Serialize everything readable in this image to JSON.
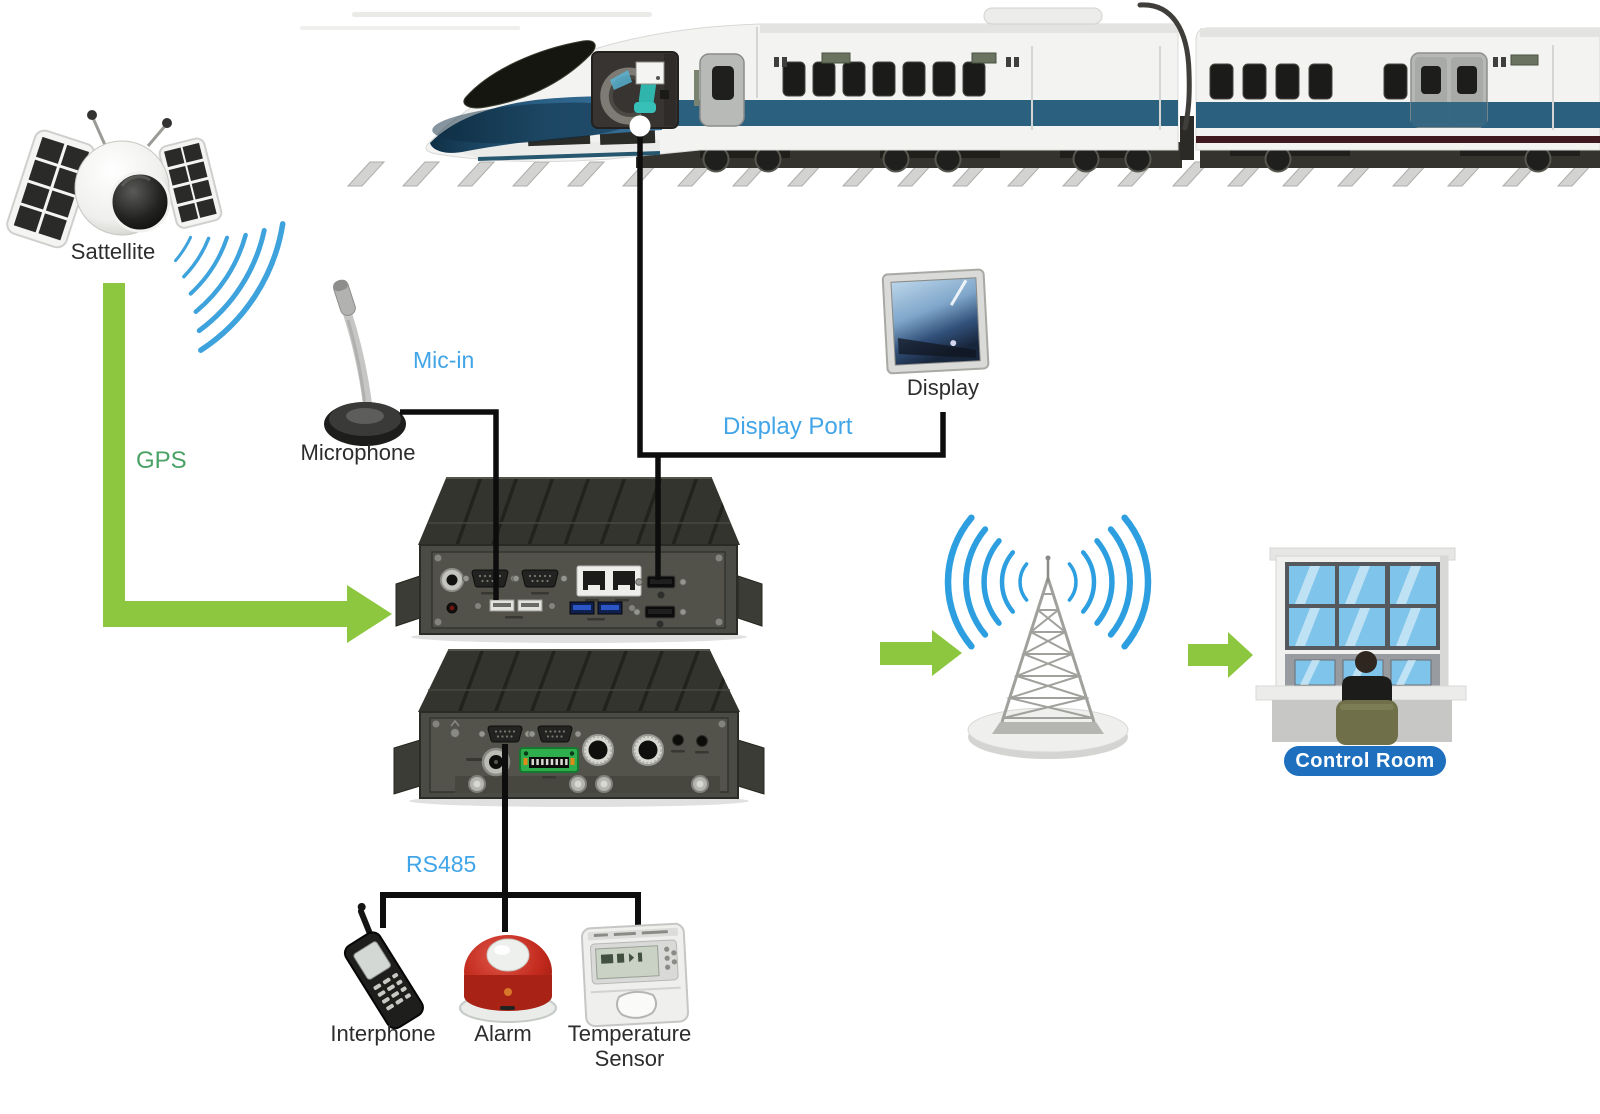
{
  "labels": {
    "satellite": "Sattellite",
    "microphone": "Microphone",
    "display": "Display",
    "interphone": "Interphone",
    "alarm": "Alarm",
    "temperature_line1": "Temperature",
    "temperature_line2": "Sensor",
    "control_room": "Control Room"
  },
  "connections": {
    "gps": "GPS",
    "mic_in": "Mic-in",
    "display_port": "Display Port",
    "rs485": "RS485"
  },
  "colors": {
    "arrow-green": "#8dc63f",
    "gps-text": "#4aa266",
    "link-blue": "#41a5e8",
    "wave-blue": "#3ea2dd",
    "badge-blue": "#1e6fbe",
    "train-stripe": "#2b617f",
    "alarm-red": "#bf2b1f",
    "terminal-green": "#2fae4e",
    "line-black": "#0d0d0d"
  },
  "icons": {
    "satellite": "satellite-icon",
    "microphone": "microphone-icon",
    "display": "monitor-icon",
    "train": "train-icon",
    "computer_top": "embedded-pc-icon",
    "computer_bottom": "embedded-pc-icon",
    "tower": "radio-tower-icon",
    "control_room": "control-room-icon",
    "interphone": "handheld-phone-icon",
    "alarm": "alarm-button-icon",
    "temperature_sensor": "thermostat-icon",
    "gps_link": "green-arrow",
    "uplink": "green-arrow",
    "downlink": "green-arrow",
    "waves": "radio-waves"
  }
}
